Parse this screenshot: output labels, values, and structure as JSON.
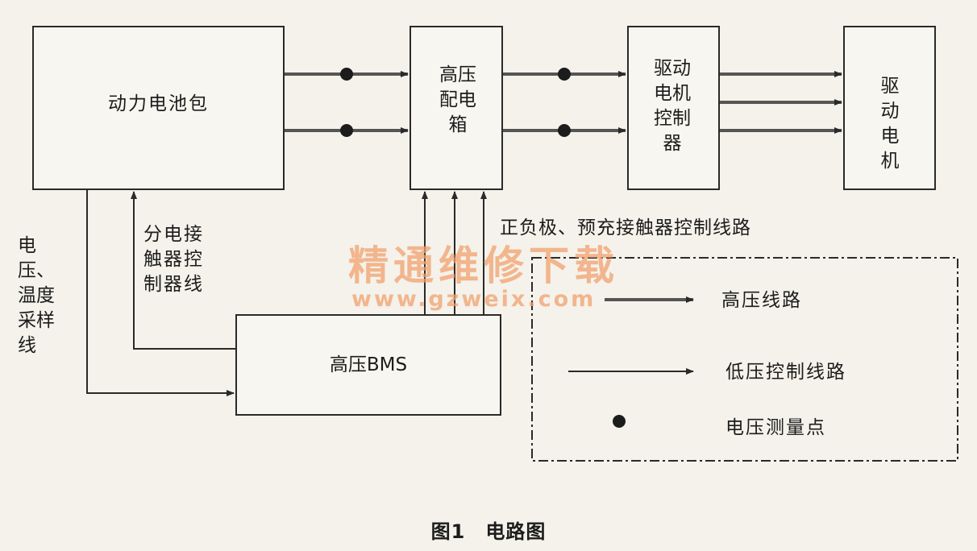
{
  "boxes": {
    "battery": "动力电池包",
    "hv_box": "高压配电箱",
    "motor_controller": "驱动电机控制器",
    "motor": "驱动电机",
    "bms": "高压BMS"
  },
  "labels": {
    "voltage_temp": "电压、温度采样线",
    "contactor_line": "分电接触器控制器线",
    "precharge": "正负极、预充接触器控制线路"
  },
  "legend": {
    "hv_line": "高压线路",
    "lv_line": "低压控制线路",
    "measure_point": "电压测量点"
  },
  "watermark": {
    "text": "精通维修下载",
    "url": "www.gzweix.com"
  },
  "caption": "图1　电路图",
  "colors": {
    "line": "#2a2a2a",
    "hv_line": "#555555",
    "watermark": "#f2a06e"
  }
}
